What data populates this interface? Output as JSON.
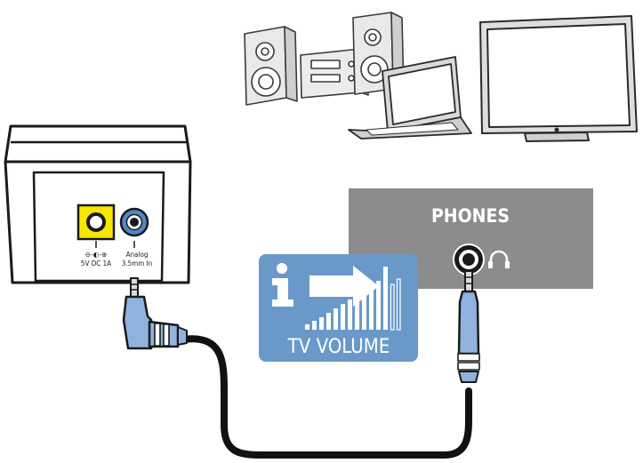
{
  "device_back": {
    "power_port_label": "5V DC 1A",
    "power_port_symbol": "⊖-◐-⊕",
    "analog_port_label_line1": "Analog",
    "analog_port_label_line2": "3.5mm In"
  },
  "source_panel": {
    "label": "PHONES",
    "headphone_icon": "headphone-icon"
  },
  "info_badge": {
    "label": "TV VOLUME",
    "info_icon": "info-icon",
    "arrow_icon": "arrow-right-icon"
  },
  "colors": {
    "panel_gray": "#8c8c8c",
    "badge_blue": "#6a99c9",
    "jack_blue": "#8fb3dd",
    "port_yellow": "#f6e600",
    "port_blue": "#4f86c6",
    "outline": "#1a1a1a"
  }
}
